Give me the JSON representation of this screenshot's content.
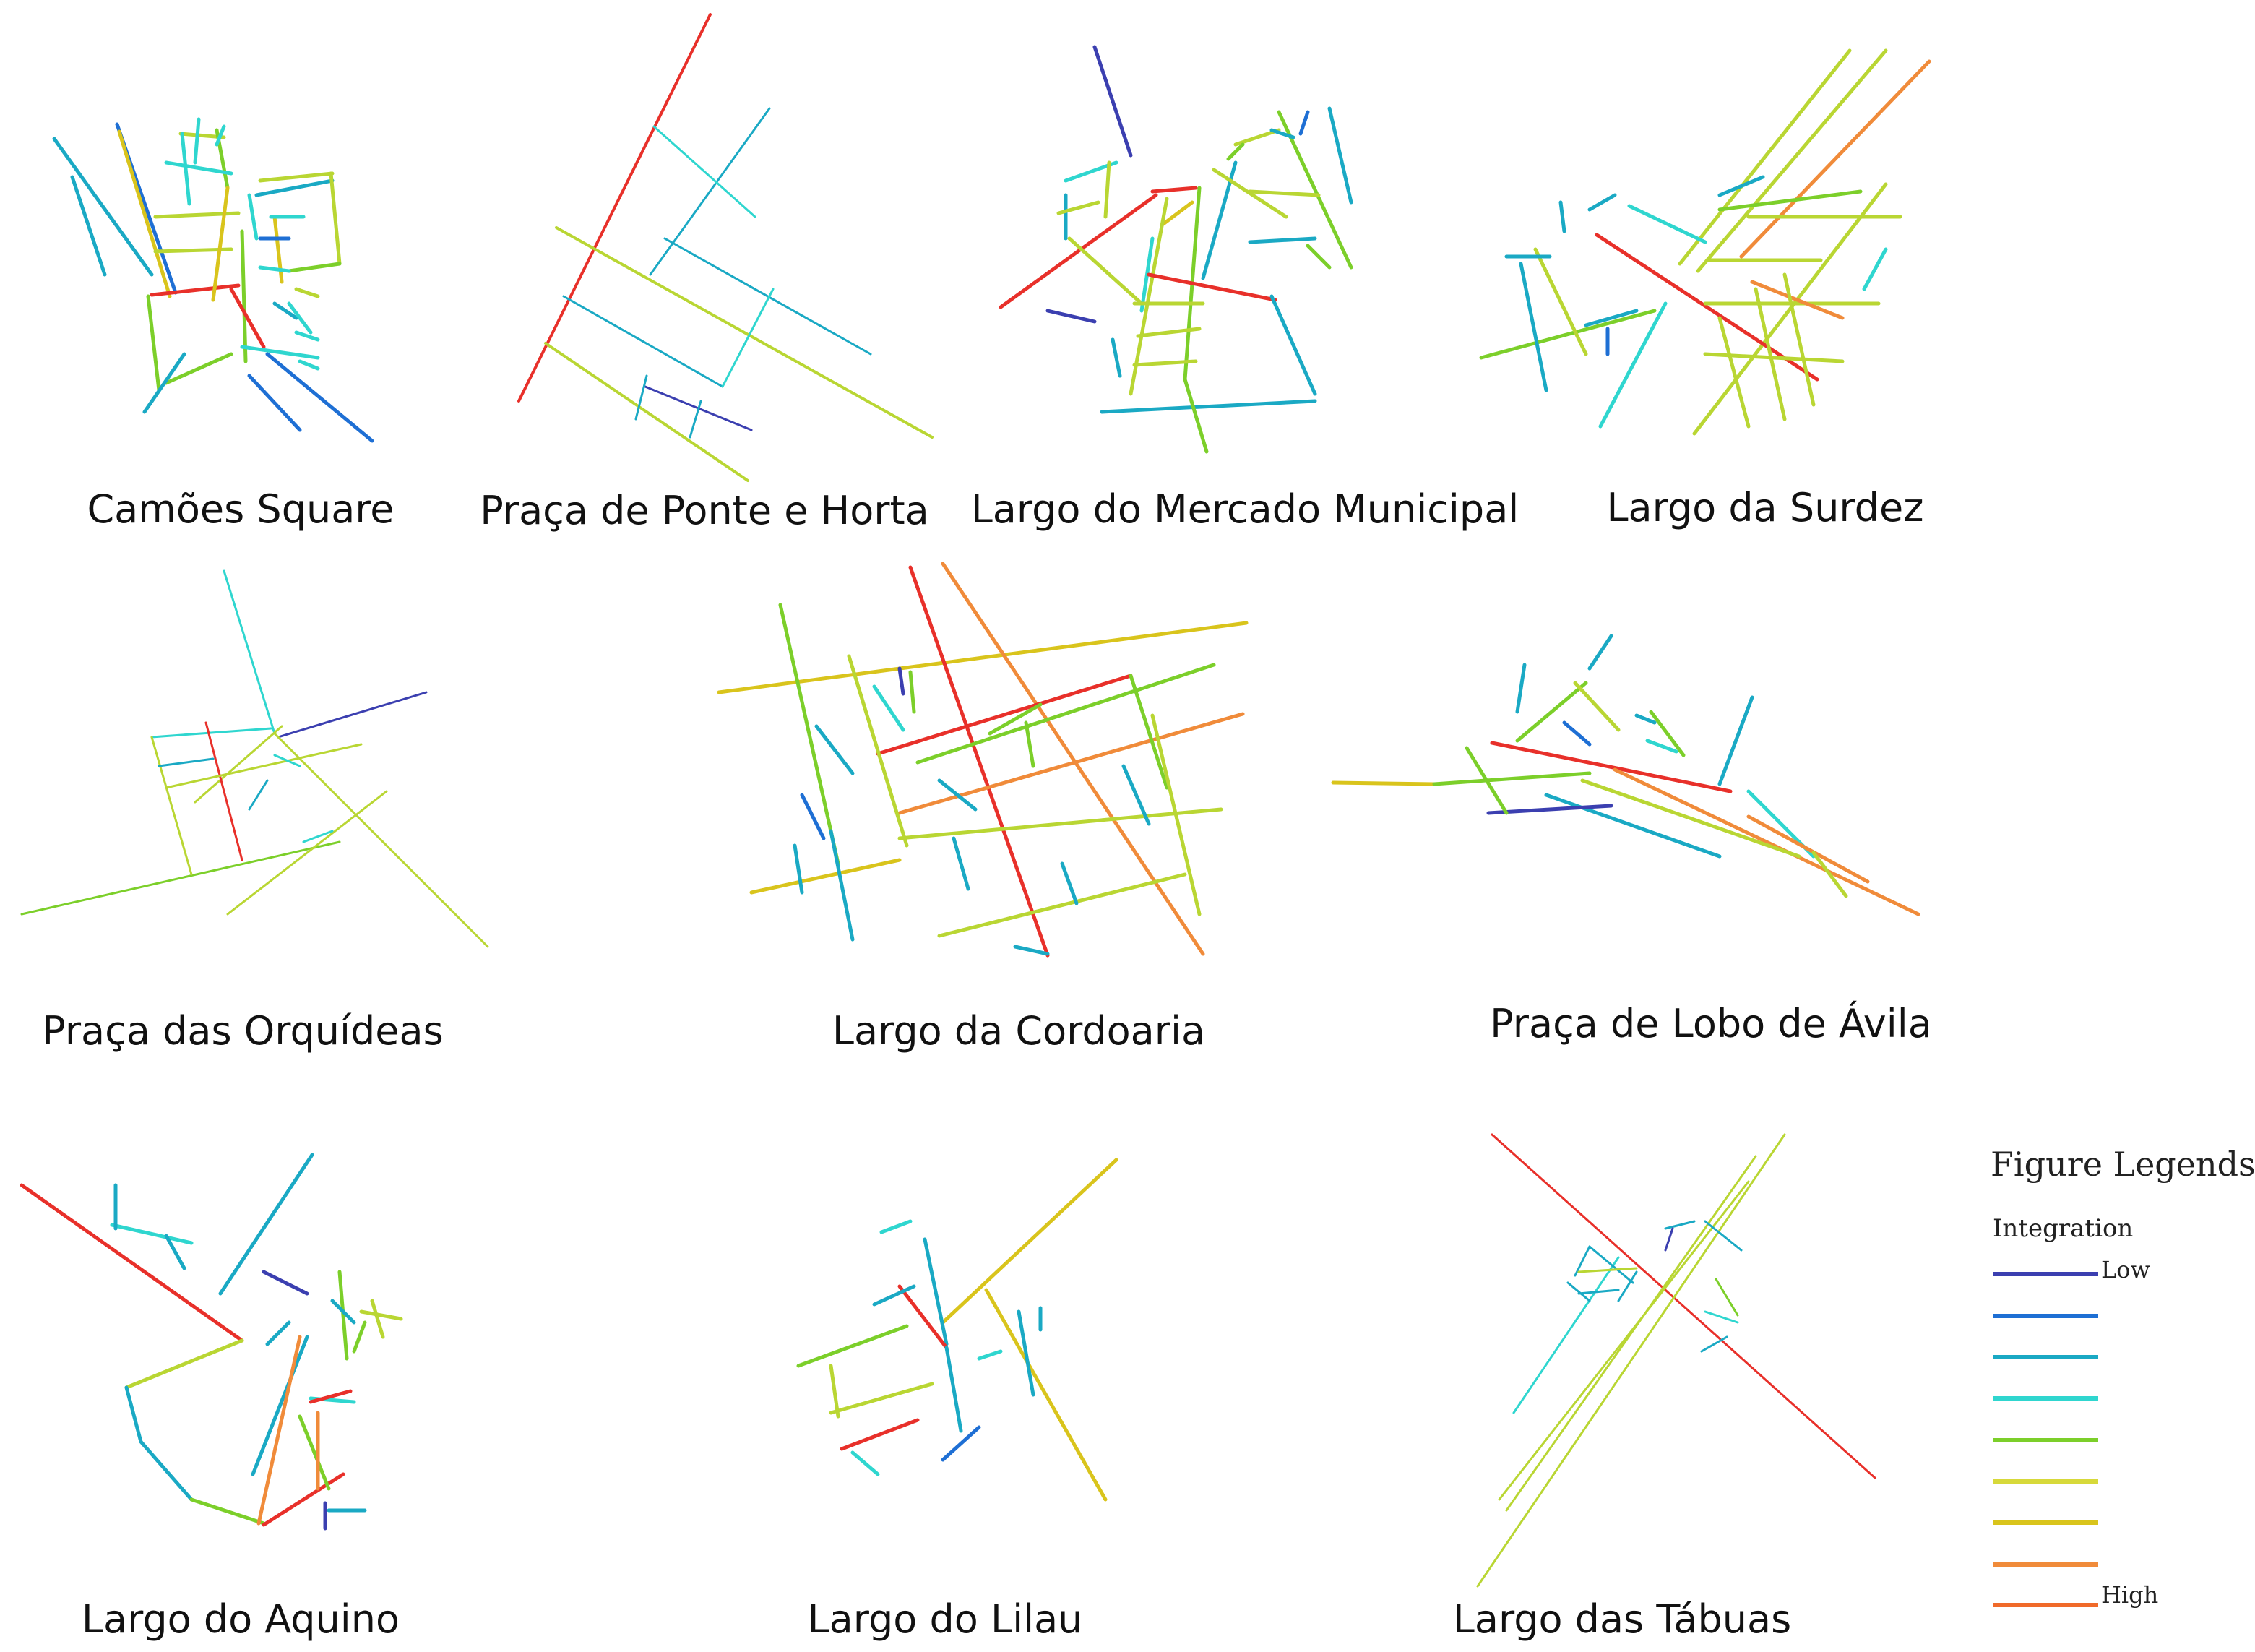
{
  "captions": {
    "camoes": "Camões Square",
    "ponte": "Praça de Ponte e Horta",
    "mercado": "Largo do Mercado Municipal",
    "surdez": "Largo da Surdez",
    "orquideas": "Praça das Orquídeas",
    "cordoaria": "Largo da Cordoaria",
    "lobo": "Praça de Lobo de Ávila",
    "aquino": "Largo do Aquino",
    "lilau": "Largo do Lilau",
    "tabuas": "Largo das Tábuas"
  },
  "legend": {
    "title": "Figure Legends",
    "subtitle": "Integration",
    "low_label": "Low",
    "high_label": "High",
    "colors": [
      "#3b3fb0",
      "#1e6fd4",
      "#1aa9c4",
      "#2fd6cf",
      "#7ccf2a",
      "#d7d93a",
      "#d9c41c",
      "#f08b3a",
      "#f06a2a"
    ]
  },
  "colors": {
    "low": "#3b3fb0",
    "blue": "#1e6fd4",
    "teal": "#1aa9c4",
    "cyan": "#2fd6cf",
    "green": "#7ccf2a",
    "yellowgreen": "#b9d633",
    "yellow": "#d9c41c",
    "orange": "#f08b3a",
    "red": "#e8302a"
  }
}
